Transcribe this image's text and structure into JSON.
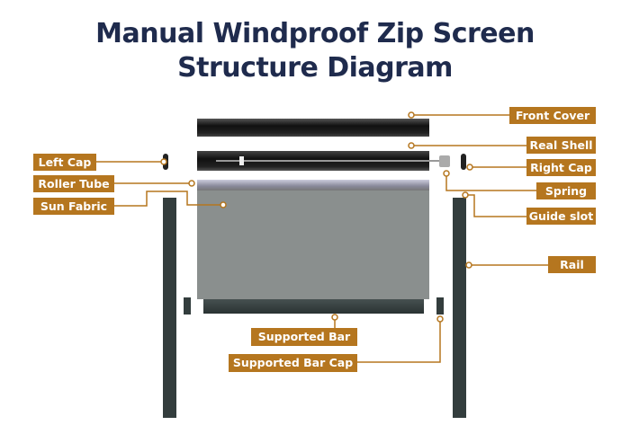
{
  "title": {
    "line1": "Manual Windproof Zip Screen",
    "line2": "Structure Diagram"
  },
  "labels": {
    "front_cover": "Front Cover",
    "real_shell": "Real Shell",
    "left_cap": "Left Cap",
    "right_cap": "Right Cap",
    "roller_tube": "Roller Tube",
    "spring": "Spring",
    "sun_fabric": "Sun Fabric",
    "guide_slot": "Guide slot",
    "rail": "Rail",
    "supported_bar": "Supported Bar",
    "supported_bar_cap": "Supported Bar Cap"
  },
  "colors": {
    "label_bg": "#b5761f",
    "title": "#1f2b4d",
    "fabric": "#8a8f8e",
    "rail": "#333d3d"
  }
}
